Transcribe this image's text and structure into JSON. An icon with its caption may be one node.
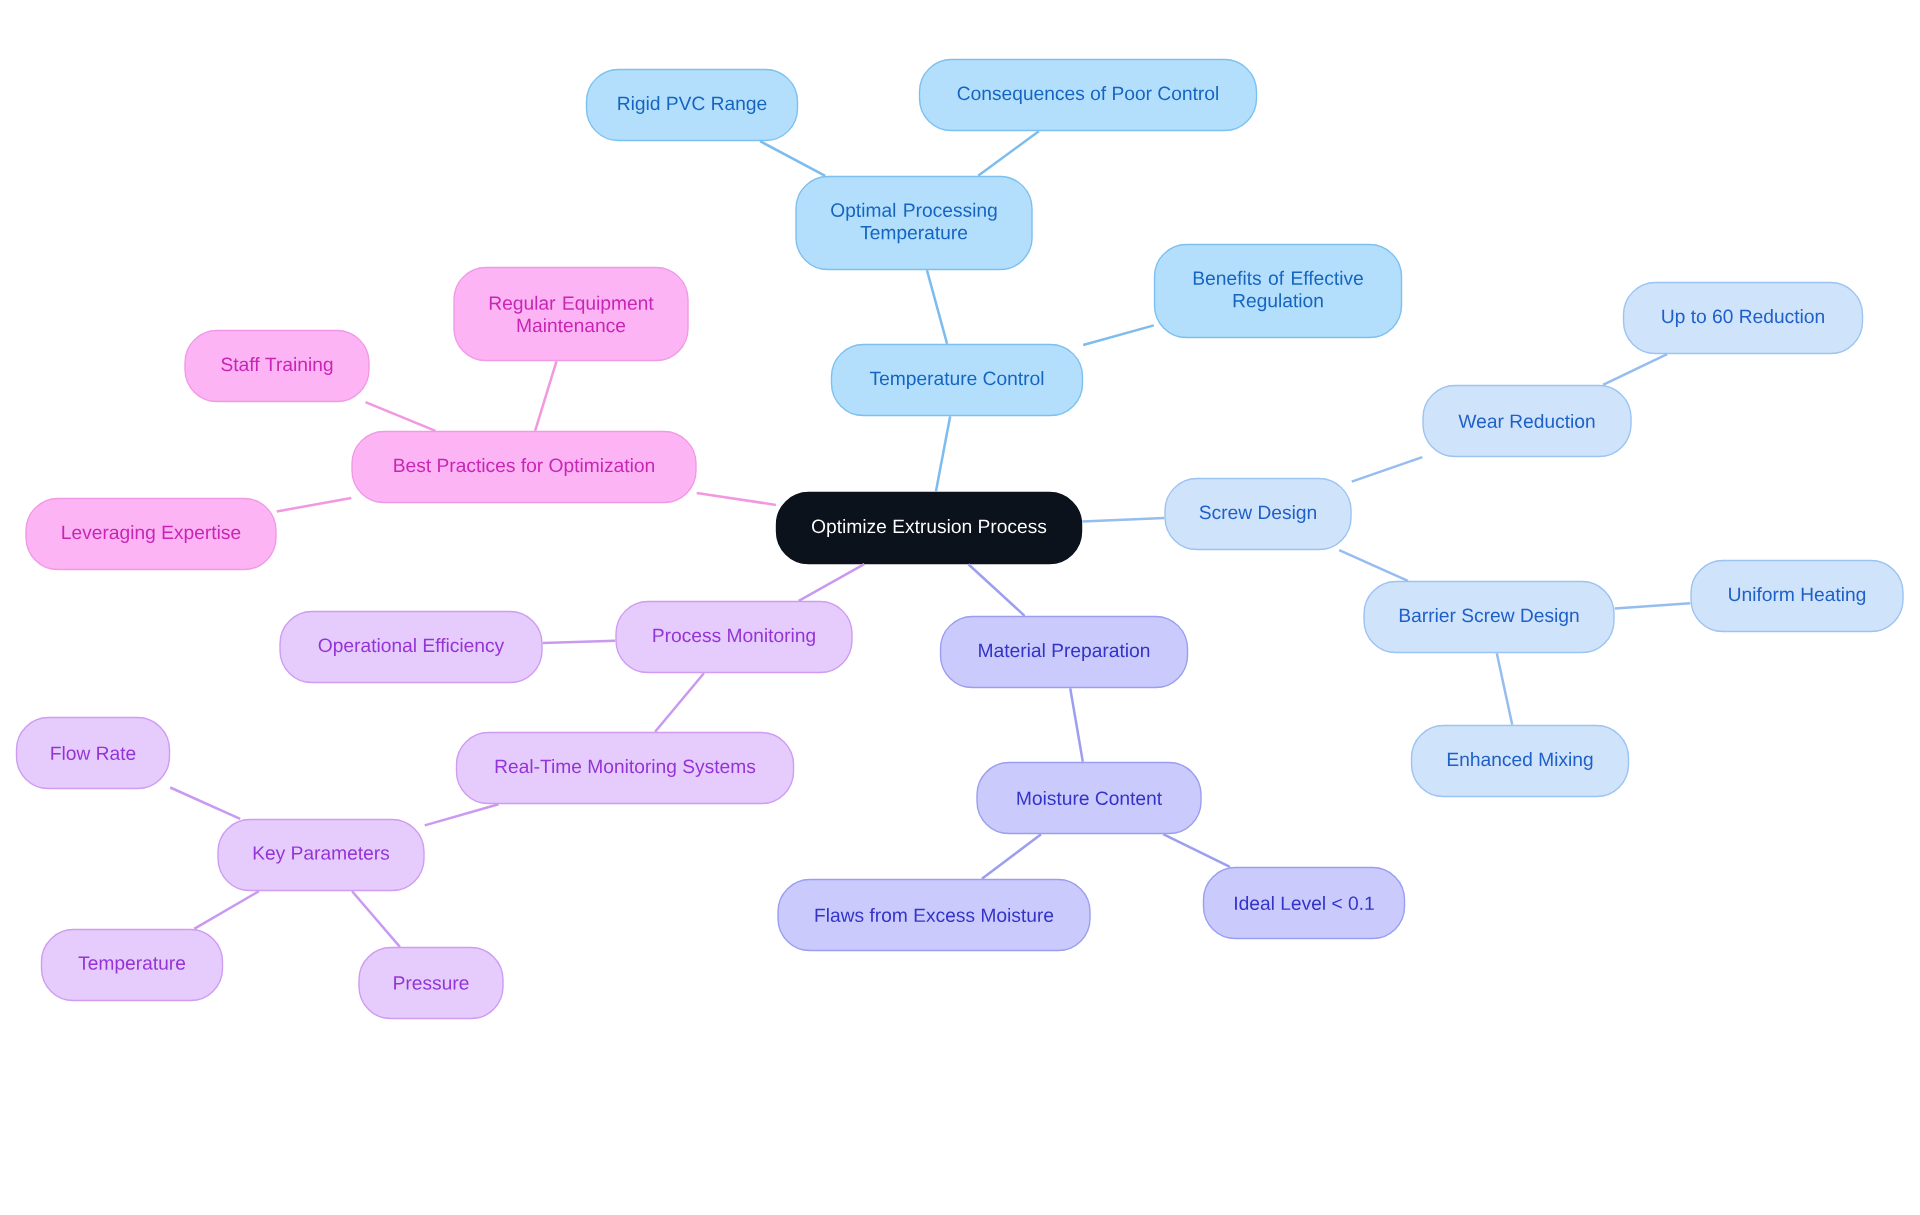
{
  "diagram": {
    "nodes": [
      {
        "text": [
          "Optimize Extrusion Process"
        ]
      },
      {
        "text": [
          "Temperature Control"
        ]
      },
      {
        "text": [
          "Optimal Processing Temperature"
        ]
      },
      {
        "text": [
          "Rigid PVC Range"
        ]
      },
      {
        "text": [
          "Consequences of Poor Control"
        ]
      },
      {
        "text": [
          "Benefits of Effective Regulation"
        ]
      },
      {
        "text": [
          "Screw Design"
        ]
      },
      {
        "text": [
          "Wear Reduction"
        ]
      },
      {
        "text": [
          "Up to 60 Reduction"
        ]
      },
      {
        "text": [
          "Barrier Screw Design"
        ]
      },
      {
        "text": [
          "Uniform Heating"
        ]
      },
      {
        "text": [
          "Enhanced Mixing"
        ]
      },
      {
        "text": [
          "Material Preparation"
        ]
      },
      {
        "text": [
          "Moisture Content"
        ]
      },
      {
        "text": [
          "Flaws from Excess Moisture"
        ]
      },
      {
        "text": [
          "Ideal Level < 0.1"
        ]
      },
      {
        "text": [
          "Process Monitoring"
        ]
      },
      {
        "text": [
          "Operational Efficiency"
        ]
      },
      {
        "text": [
          "Real-Time Monitoring Systems"
        ]
      },
      {
        "text": [
          "Key Parameters"
        ]
      },
      {
        "text": [
          "Flow Rate"
        ]
      },
      {
        "text": [
          "Temperature"
        ]
      },
      {
        "text": [
          "Pressure"
        ]
      },
      {
        "text": [
          "Best Practices for Optimization"
        ]
      },
      {
        "text": [
          "Regular Equipment Maintenance"
        ]
      },
      {
        "text": [
          "Staff Training"
        ]
      },
      {
        "text": [
          "Leveraging Expertise"
        ]
      }
    ],
    "edges": [
      {
        "from": 0,
        "to": 1,
        "arrow": "none",
        "color": "#7dbcef"
      },
      {
        "from": 1,
        "to": 2,
        "arrow": "none",
        "color": "#7dbcef"
      },
      {
        "from": 2,
        "to": 3,
        "arrow": "none",
        "color": "#7dbcef"
      },
      {
        "from": 2,
        "to": 4,
        "arrow": "none",
        "color": "#7dbcef"
      },
      {
        "from": 1,
        "to": 5,
        "arrow": "none",
        "color": "#7dbcef"
      },
      {
        "from": 0,
        "to": 6,
        "arrow": "none",
        "color": "#95bdf0"
      },
      {
        "from": 6,
        "to": 7,
        "arrow": "none",
        "color": "#95bdf0"
      },
      {
        "from": 7,
        "to": 8,
        "arrow": "none",
        "color": "#95bdf0"
      },
      {
        "from": 6,
        "to": 9,
        "arrow": "none",
        "color": "#95bdf0"
      },
      {
        "from": 9,
        "to": 10,
        "arrow": "none",
        "color": "#95bdf0"
      },
      {
        "from": 9,
        "to": 11,
        "arrow": "none",
        "color": "#95bdf0"
      },
      {
        "from": 0,
        "to": 12,
        "arrow": "none",
        "color": "#9d9ef0"
      },
      {
        "from": 12,
        "to": 13,
        "arrow": "none",
        "color": "#9d9ef0"
      },
      {
        "from": 13,
        "to": 14,
        "arrow": "none",
        "color": "#9d9ef0"
      },
      {
        "from": 13,
        "to": 15,
        "arrow": "none",
        "color": "#9d9ef0"
      },
      {
        "from": 0,
        "to": 16,
        "arrow": "none",
        "color": "#c99af0"
      },
      {
        "from": 16,
        "to": 17,
        "arrow": "none",
        "color": "#c99af0"
      },
      {
        "from": 16,
        "to": 18,
        "arrow": "none",
        "color": "#c99af0"
      },
      {
        "from": 18,
        "to": 19,
        "arrow": "none",
        "color": "#c99af0"
      },
      {
        "from": 19,
        "to": 20,
        "arrow": "none",
        "color": "#c99af0"
      },
      {
        "from": 19,
        "to": 21,
        "arrow": "none",
        "color": "#c99af0"
      },
      {
        "from": 19,
        "to": 22,
        "arrow": "none",
        "color": "#c99af0"
      },
      {
        "from": 0,
        "to": 23,
        "arrow": "none",
        "color": "#f098e0"
      },
      {
        "from": 23,
        "to": 24,
        "arrow": "none",
        "color": "#f098e0"
      },
      {
        "from": 23,
        "to": 25,
        "arrow": "none",
        "color": "#f098e0"
      },
      {
        "from": 23,
        "to": 26,
        "arrow": "none",
        "color": "#f098e0"
      }
    ]
  }
}
